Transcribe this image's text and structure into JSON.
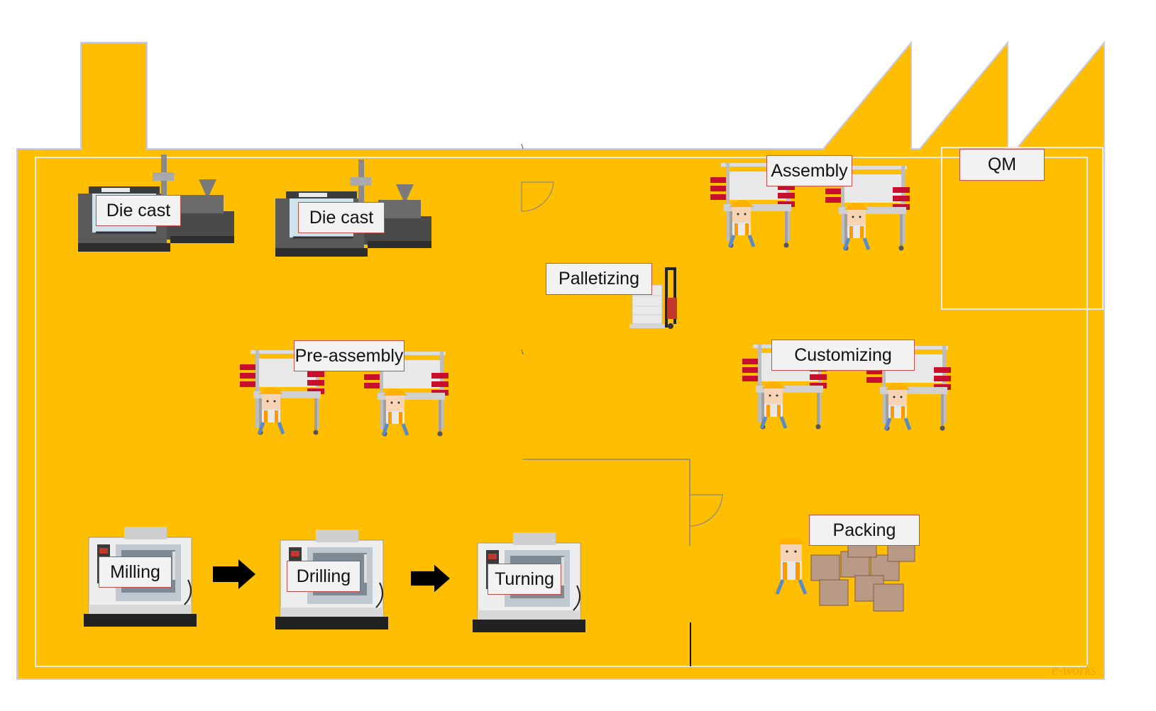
{
  "layout": {
    "title": "",
    "stations": {
      "die_cast_1": "Die cast",
      "die_cast_2": "Die cast",
      "assembly": "Assembly",
      "qm": "QM",
      "palletizing": "Palletizing",
      "pre_assembly": "Pre-assembly",
      "customizing": "Customizing",
      "milling": "Milling",
      "drilling": "Drilling",
      "turning": "Turning",
      "packing": "Packing"
    },
    "watermark": "e-works"
  },
  "colors": {
    "factory_fill": "#FFBE00",
    "factory_outline": "#C8C8EE",
    "inner_outline": "#EDEDED",
    "label_border": "#C0504D",
    "label_fill": "#F2F2F2"
  },
  "icons": {
    "die_cast_machine": "injection-molding-machine-icon",
    "workbench": "workbench-with-worker-icon",
    "forklift": "forklift-pallet-icon",
    "cnc_machine": "cnc-machine-icon",
    "arrow": "flow-arrow-icon",
    "packing": "worker-with-boxes-icon"
  }
}
